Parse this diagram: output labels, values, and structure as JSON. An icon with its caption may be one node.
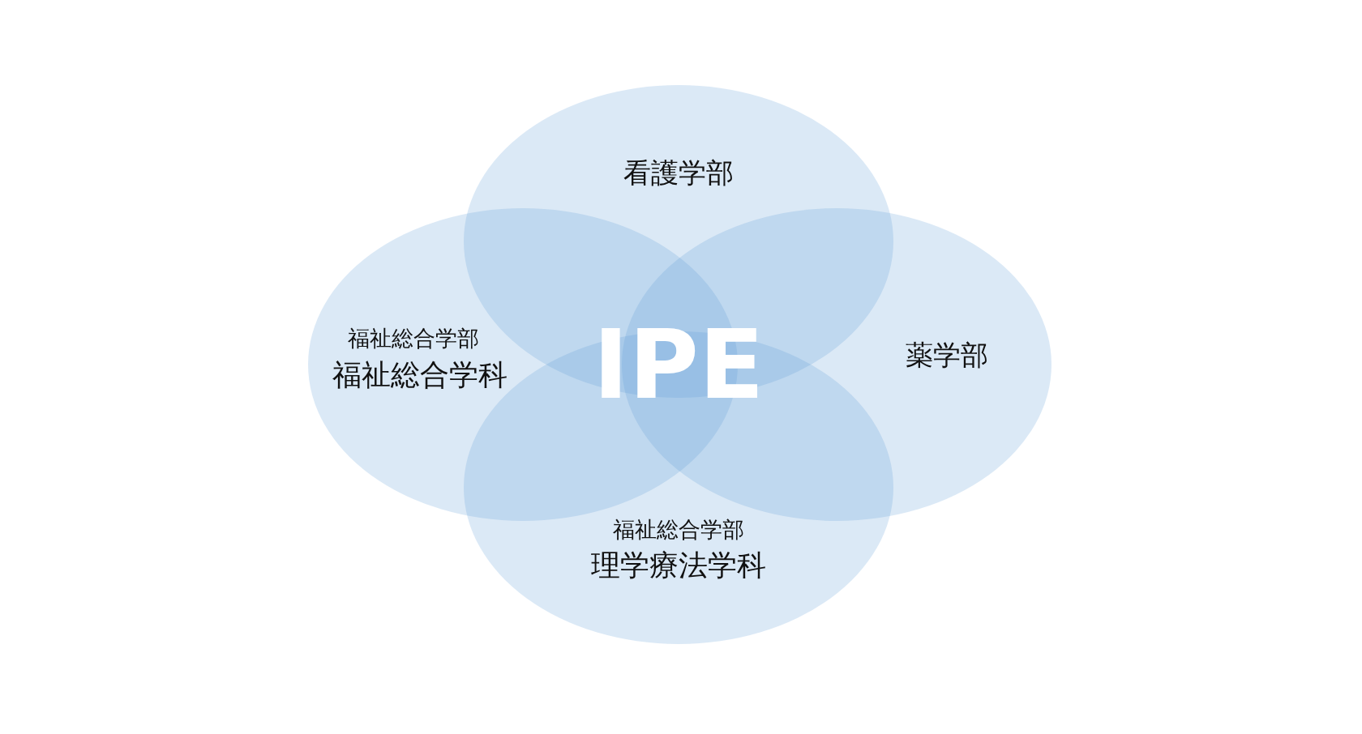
{
  "diagram": {
    "nodes": [
      {
        "text": [
          "看護学部"
        ]
      },
      {
        "text": [
          "福祉総合学部",
          "福祉総合学科"
        ]
      },
      {
        "text": [
          "薬学部"
        ]
      },
      {
        "text": [
          "福祉総合学部",
          "理学療法学科"
        ]
      }
    ],
    "labels": [
      "IPE"
    ]
  }
}
